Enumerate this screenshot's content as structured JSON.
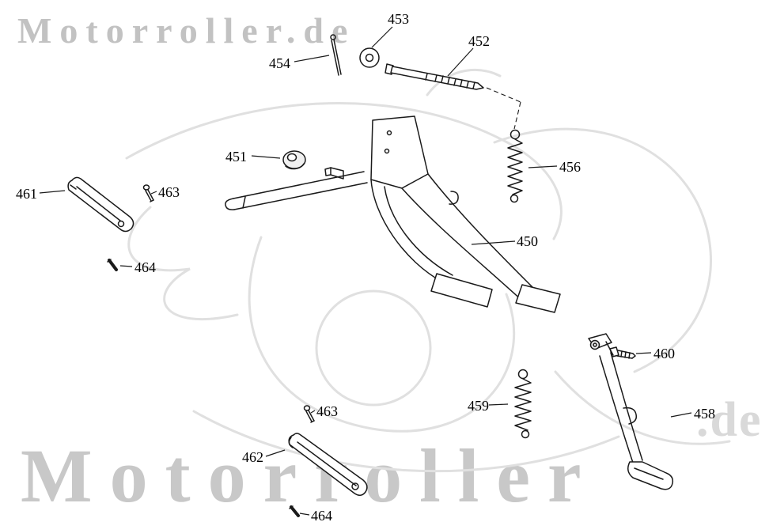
{
  "watermarks": {
    "top": "Motorroller.de",
    "bottom": "Motorroller",
    "corner": ".de"
  },
  "colors": {
    "line": "#1a1a1a",
    "watermark": "#c8c8c8",
    "sketch": "#e0e0e0"
  },
  "labels": [
    {
      "text": "453",
      "part": "washer"
    },
    {
      "text": "452",
      "part": "hex-bolt"
    },
    {
      "text": "454",
      "part": "cotter-pin"
    },
    {
      "text": "451",
      "part": "rubber-bushing"
    },
    {
      "text": "456",
      "part": "main-stand-spring"
    },
    {
      "text": "461",
      "part": "stand-pedal"
    },
    {
      "text": "463",
      "part": "screw-upper"
    },
    {
      "text": "464",
      "part": "pin-upper"
    },
    {
      "text": "450",
      "part": "main-stand"
    },
    {
      "text": "460",
      "part": "pivot-bolt"
    },
    {
      "text": "459",
      "part": "side-stand-spring"
    },
    {
      "text": "458",
      "part": "side-stand"
    },
    {
      "text": "463",
      "part": "screw-lower"
    },
    {
      "text": "462",
      "part": "bracket"
    },
    {
      "text": "464",
      "part": "pin-lower"
    }
  ]
}
